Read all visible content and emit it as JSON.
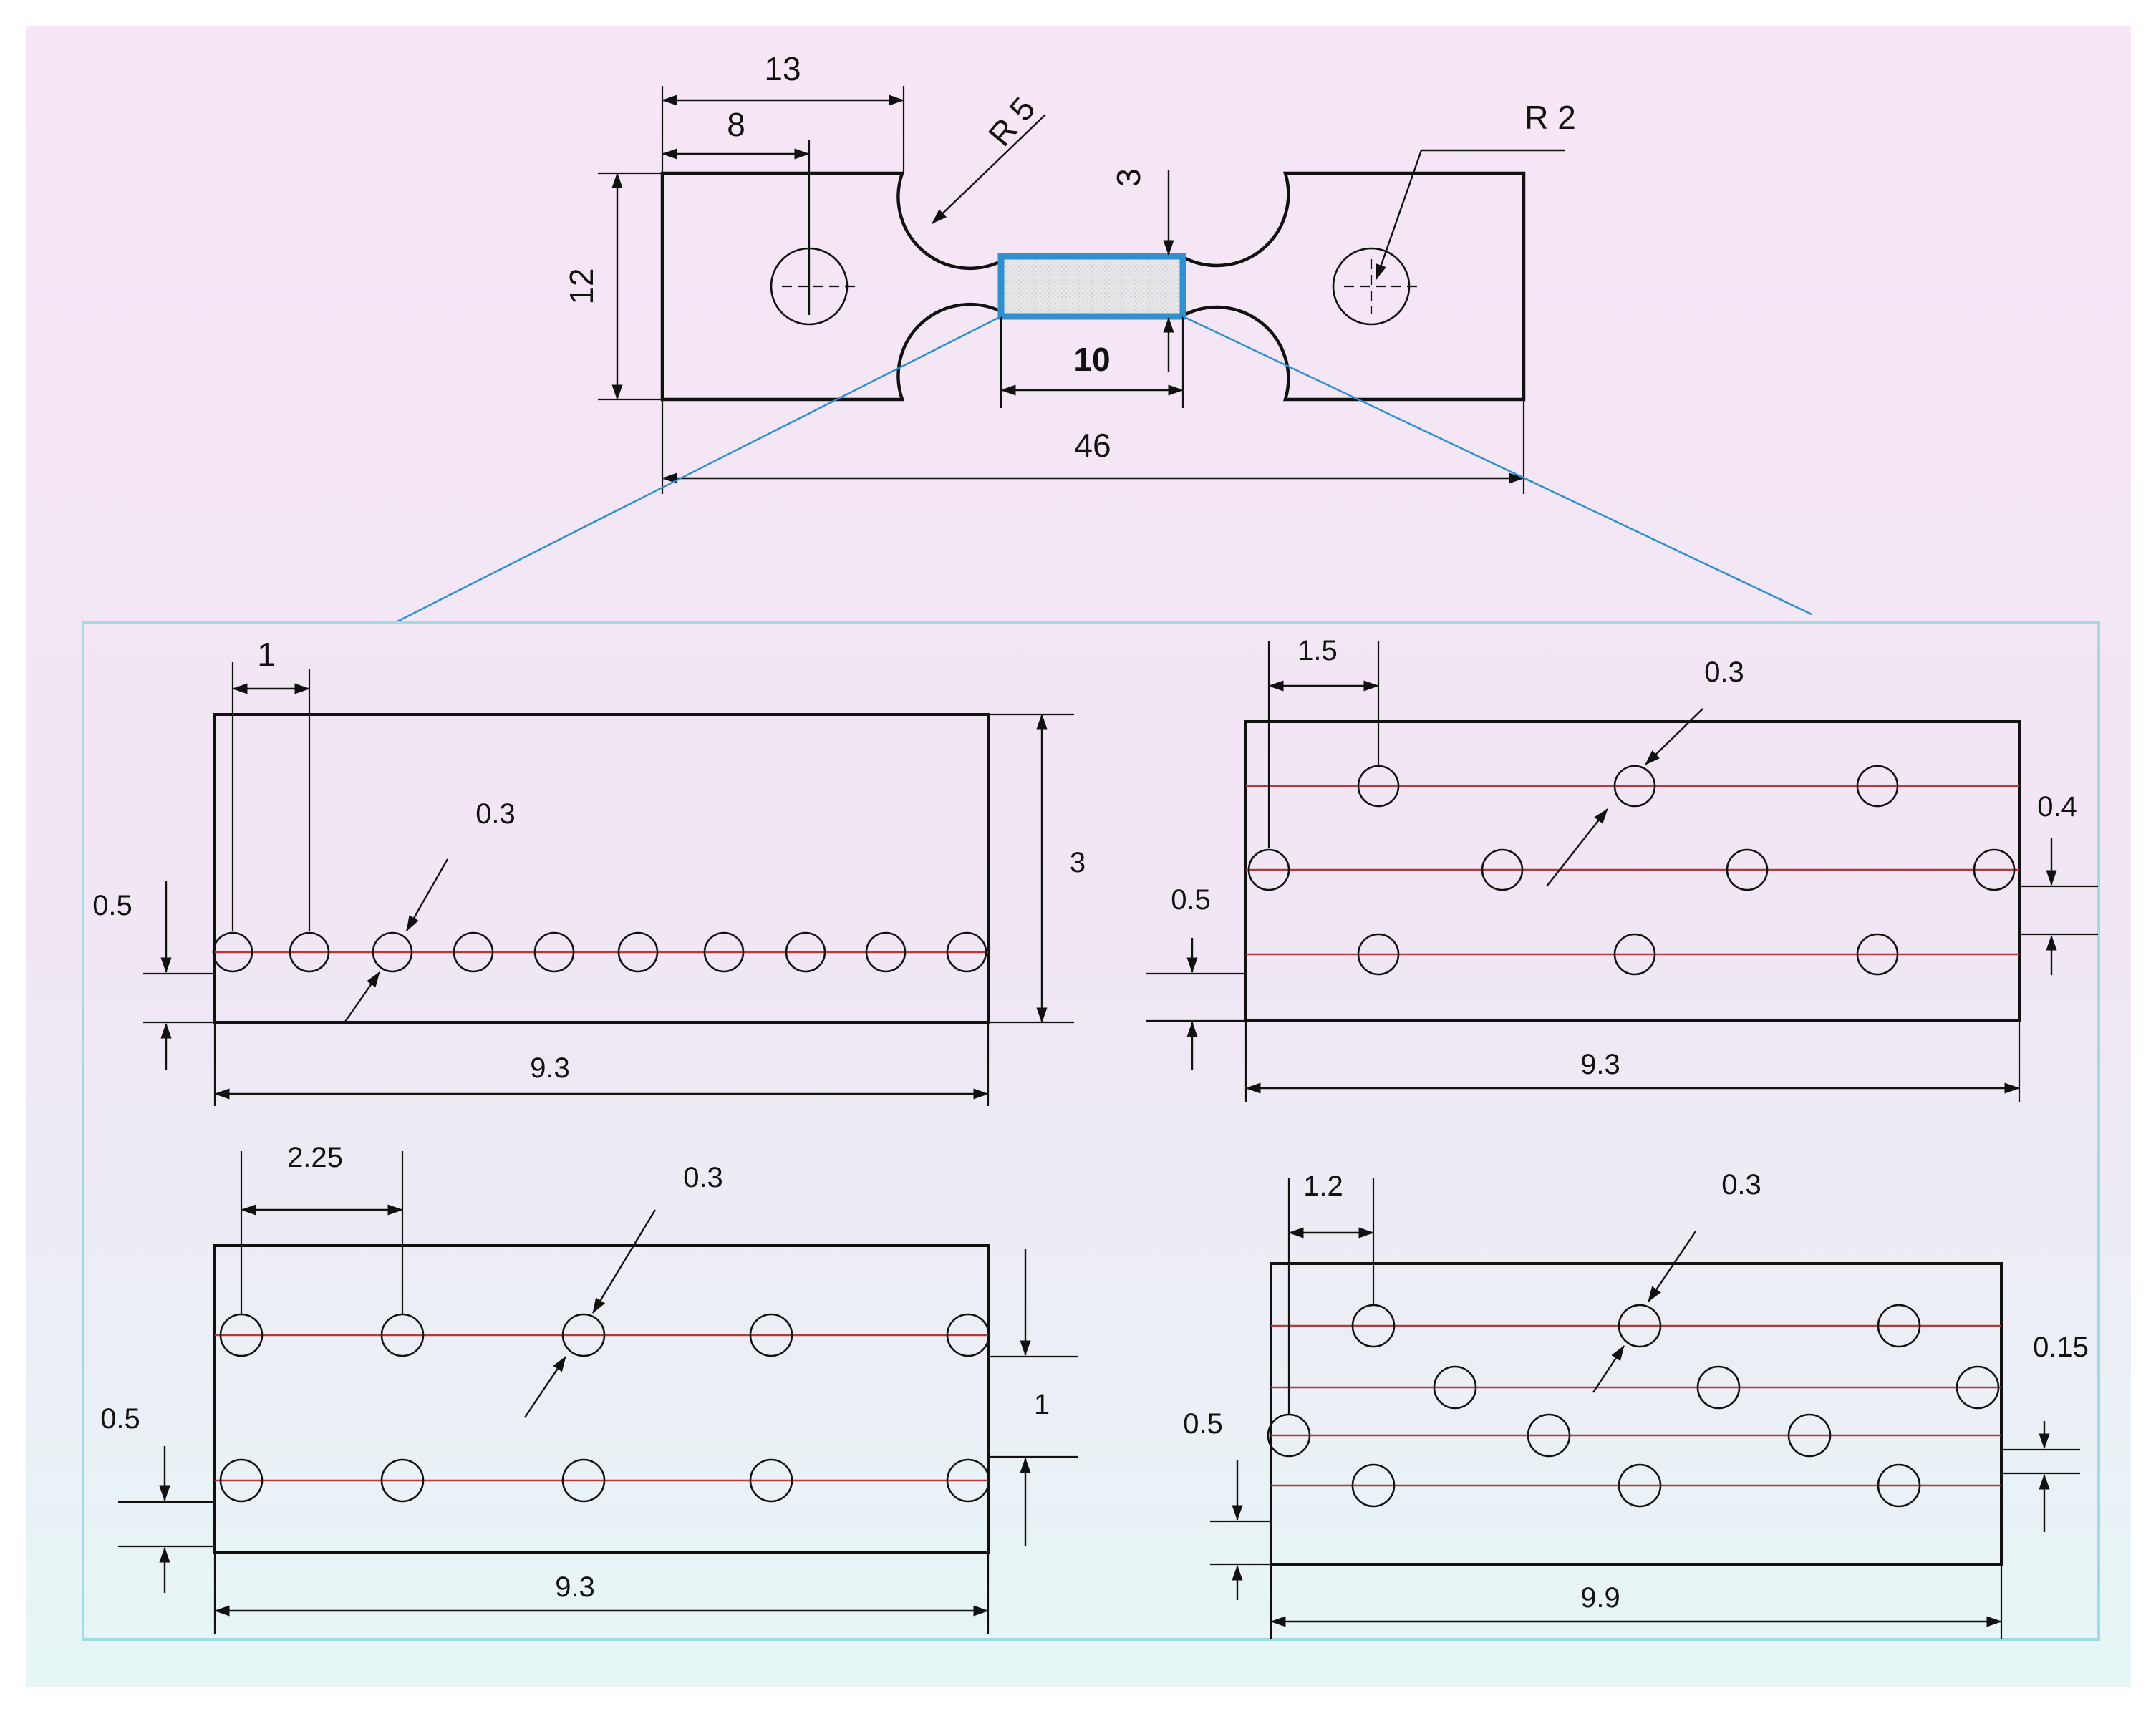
{
  "specimen": {
    "dim_13": "13",
    "dim_8": "8",
    "radius_5": "R 5",
    "radius_2": "R 2",
    "dim_3": "3",
    "dim_12": "12",
    "dim_10": "10",
    "dim_46": "46"
  },
  "panels": [
    {
      "pitch": "1",
      "diameter": "0.3",
      "edge_offset": "0.5",
      "height": "3",
      "length": "9.3"
    },
    {
      "pitch": "1.5",
      "diameter": "0.3",
      "row_gap": "0.4",
      "edge_offset": "0.5",
      "length": "9.3"
    },
    {
      "pitch": "2.25",
      "diameter": "0.3",
      "edge_offset": "0.5",
      "row_gap": "1",
      "length": "9.3"
    },
    {
      "pitch": "1.2",
      "diameter": "0.3",
      "row_gap": "0.15",
      "edge_offset": "0.5",
      "length": "9.9"
    }
  ],
  "colors": {
    "background_top": "#f6e6f6",
    "background_bottom": "#e8f6f7",
    "gauge_highlight": "#2f8fcf",
    "hole_row_line": "#b23a3a"
  }
}
